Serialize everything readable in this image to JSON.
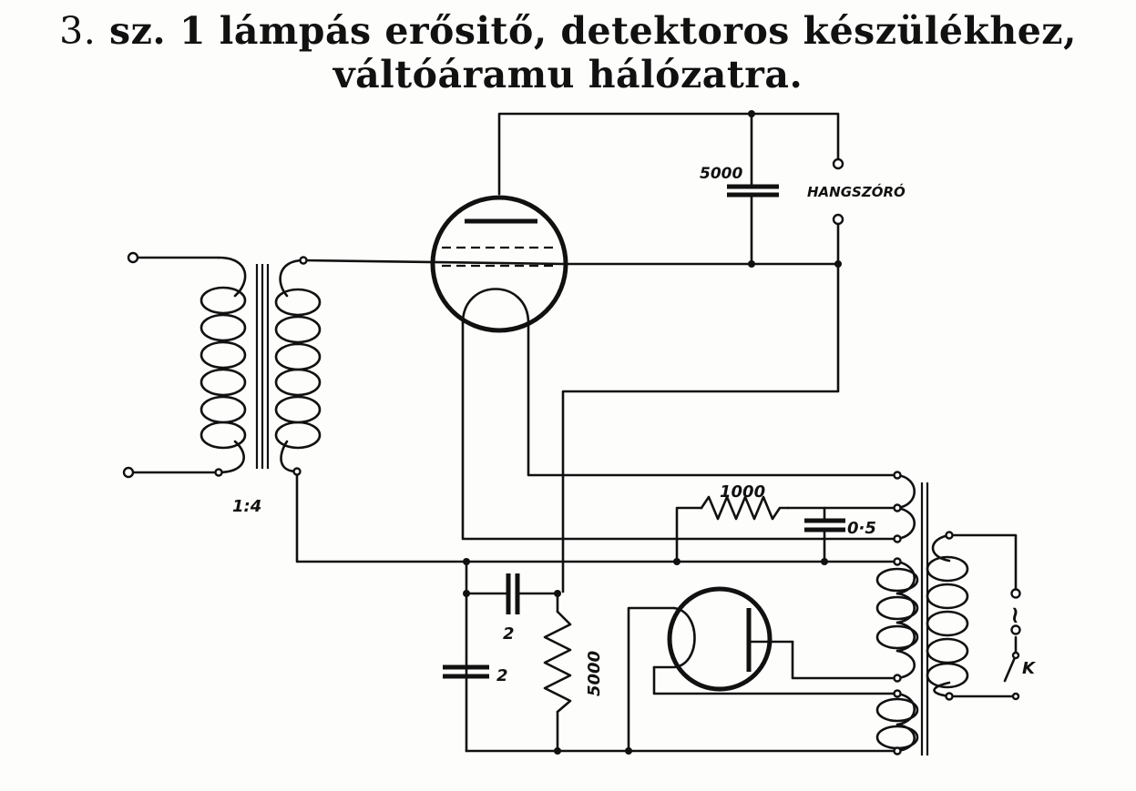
{
  "title": {
    "line1_number": "3.",
    "line1_text": "sz. 1 lámpás erősitő, detektoros készülékhez,",
    "line2": "váltóáramu hálózatra."
  },
  "labels": {
    "cap_speaker": "5000",
    "speaker": "HANGSZÓRÓ",
    "transformer_ratio": "1:4",
    "resistor_1000": "1000",
    "cap_05": "0·5",
    "cap_2_top": "2",
    "cap_2_left": "2",
    "resistor_5000": "5000",
    "switch": "K",
    "mains_symbol": "~"
  }
}
